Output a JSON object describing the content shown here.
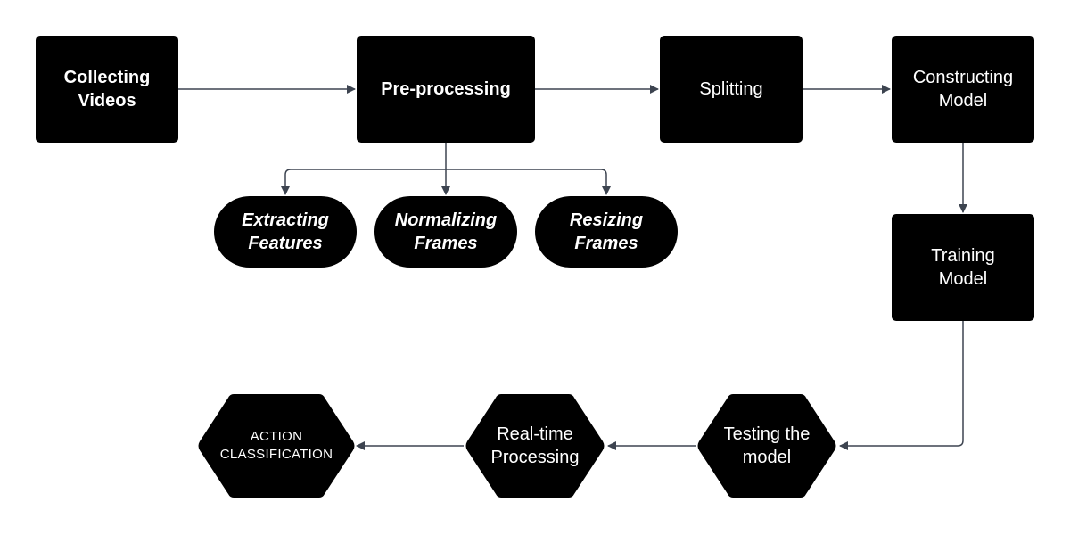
{
  "diagram": {
    "nodes": {
      "collecting_videos": "Collecting\nVideos",
      "pre_processing": "Pre-processing",
      "splitting": "Splitting",
      "constructing_model": "Constructing\nModel",
      "extracting_features": "Extracting\nFeatures",
      "normalizing_frames": "Normalizing\nFrames",
      "resizing_frames": "Resizing\nFrames",
      "training_model": "Training\nModel",
      "testing_model": "Testing the\nmodel",
      "real_time_processing": "Real-time\nProcessing",
      "action_classification": "ACTION\nCLASSIFICATION"
    },
    "colors": {
      "node_fill": "#000000",
      "node_text": "#ffffff",
      "connector": "#3d4450"
    }
  }
}
